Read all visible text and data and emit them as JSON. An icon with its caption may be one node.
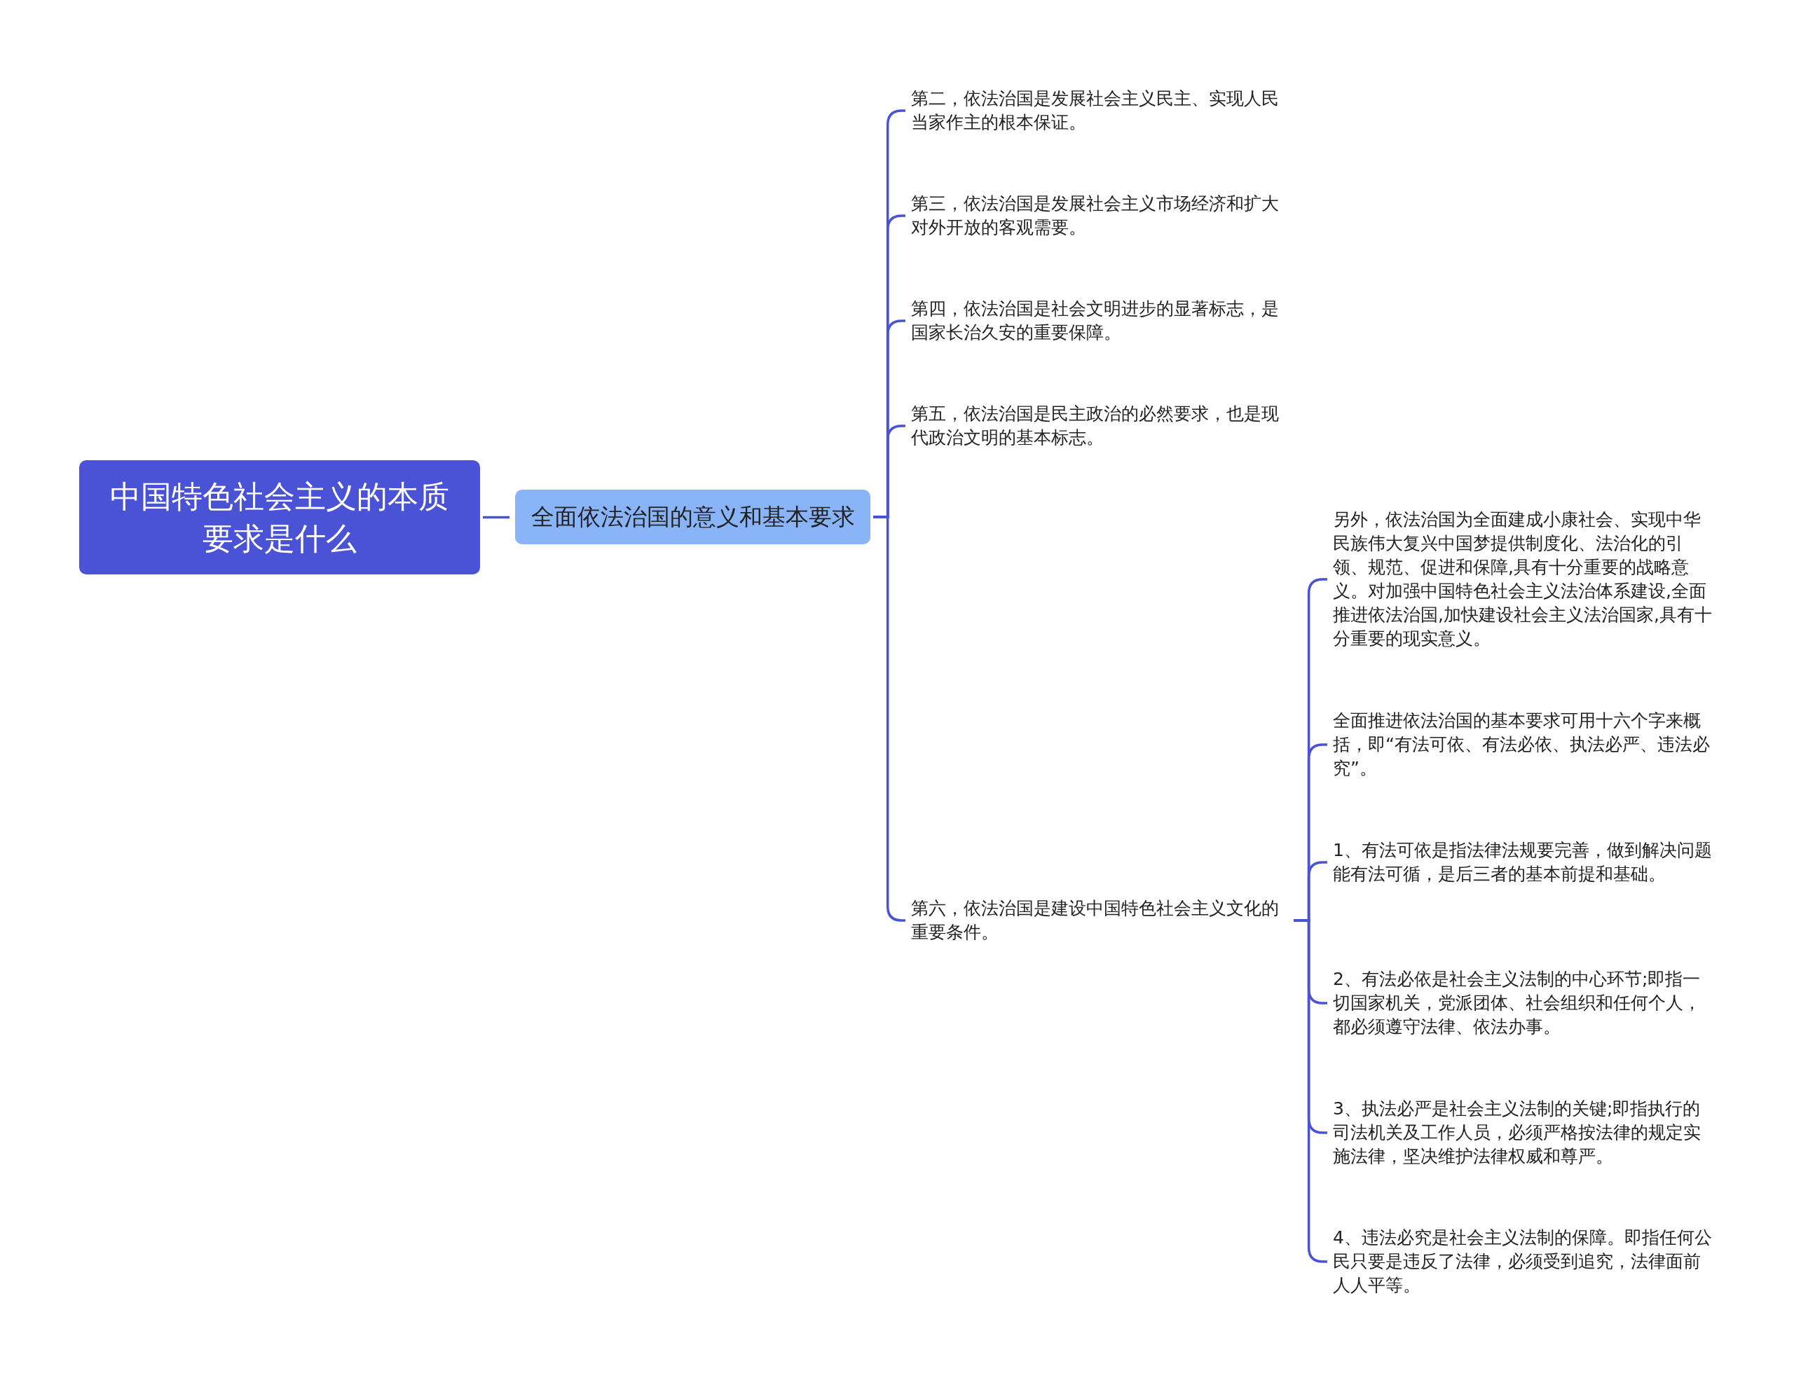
{
  "diagram": {
    "nodes": [
      {
        "text": [
          "中国特色社会主义的本质要求是什么"
        ]
      },
      {
        "text": [
          "全面依法治国的意义和基本要求"
        ]
      },
      {
        "text": [
          "第二，依法治国是发展社会主义民主、实现人民当家作主的根本保证。"
        ]
      },
      {
        "text": [
          "第三，依法治国是发展社会主义市场经济和扩大对外开放的客观需要。"
        ]
      },
      {
        "text": [
          "第四，依法治国是社会文明进步的显著标志，是国家长治久安的重要保障。"
        ]
      },
      {
        "text": [
          "第五，依法治国是民主政治的必然要求，也是现代政治文明的基本标志。"
        ]
      },
      {
        "text": [
          "第六，依法治国是建设中国特色社会主义文化的重要条件。"
        ]
      },
      {
        "text": [
          "另外，依法治国为全面建成小康社会、实现中华民族伟大复兴中国梦提供制度化、法治化的引领、规范、促进和保障,具有十分重要的战略意义。对加强中国特色社会主义法治体系建设,全面推进依法治国,加快建设社会主义法治国家,具有十分重要的现实意义。"
        ]
      },
      {
        "text": [
          "全面推进依法治国的基本要求可用十六个字来概括，即“有法可依、有法必依、执法必严、违法必究”。"
        ]
      },
      {
        "text": [
          "1、有法可依是指法律法规要完善，做到解决问题能有法可循，是后三者的基本前提和基础。"
        ]
      },
      {
        "text": [
          "2、有法必依是社会主义法制的中心环节;即指一切国家机关，党派团体、社会组织和任何个人，都必须遵守法律、依法办事。"
        ]
      },
      {
        "text": [
          "3、执法必严是社会主义法制的关键;即指执行的司法机关及工作人员，必须严格按法律的规定实施法律，坚决维护法律权威和尊严。"
        ]
      },
      {
        "text": [
          "4、违法必究是社会主义法制的保障。即指任何公民只要是违反了法律，必须受到追究，法律面前人人平等。"
        ]
      }
    ],
    "edges": [
      {
        "from": 0,
        "to": 1,
        "arrow": "none"
      },
      {
        "from": 1,
        "to": 2,
        "arrow": "none"
      },
      {
        "from": 1,
        "to": 3,
        "arrow": "none"
      },
      {
        "from": 1,
        "to": 4,
        "arrow": "none"
      },
      {
        "from": 1,
        "to": 5,
        "arrow": "none"
      },
      {
        "from": 1,
        "to": 6,
        "arrow": "none"
      },
      {
        "from": 6,
        "to": 7,
        "arrow": "none"
      },
      {
        "from": 6,
        "to": 8,
        "arrow": "none"
      },
      {
        "from": 6,
        "to": 9,
        "arrow": "none"
      },
      {
        "from": 6,
        "to": 10,
        "arrow": "none"
      },
      {
        "from": 6,
        "to": 11,
        "arrow": "none"
      },
      {
        "from": 6,
        "to": 12,
        "arrow": "none"
      }
    ]
  }
}
